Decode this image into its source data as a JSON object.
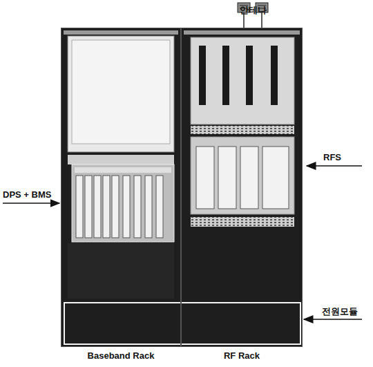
{
  "diagram": {
    "nodes": [
      {
        "text": [
          "Baseband Rack"
        ]
      },
      {
        "text": [
          "RF Rack"
        ]
      }
    ],
    "labels": [
      "안테나",
      "DPS + BMS",
      "RFS",
      "전원모듈"
    ]
  }
}
